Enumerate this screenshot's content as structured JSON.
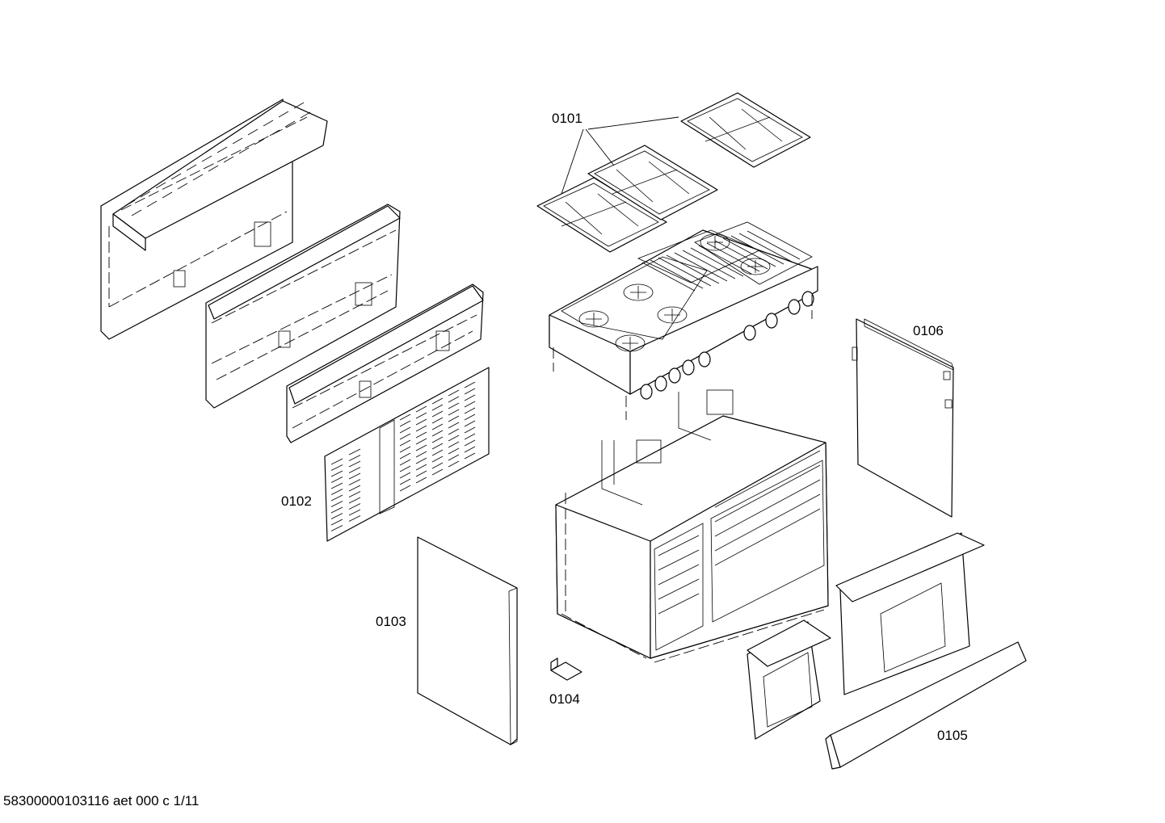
{
  "callouts": {
    "c0101": "0101",
    "c0102": "0102",
    "c0103": "0103",
    "c0104": "0104",
    "c0105": "0105",
    "c0106": "0106"
  },
  "footer": "58300000103116 aet 000 c 1/11",
  "colors": {
    "ink": "#000000",
    "paper": "#ffffff"
  }
}
